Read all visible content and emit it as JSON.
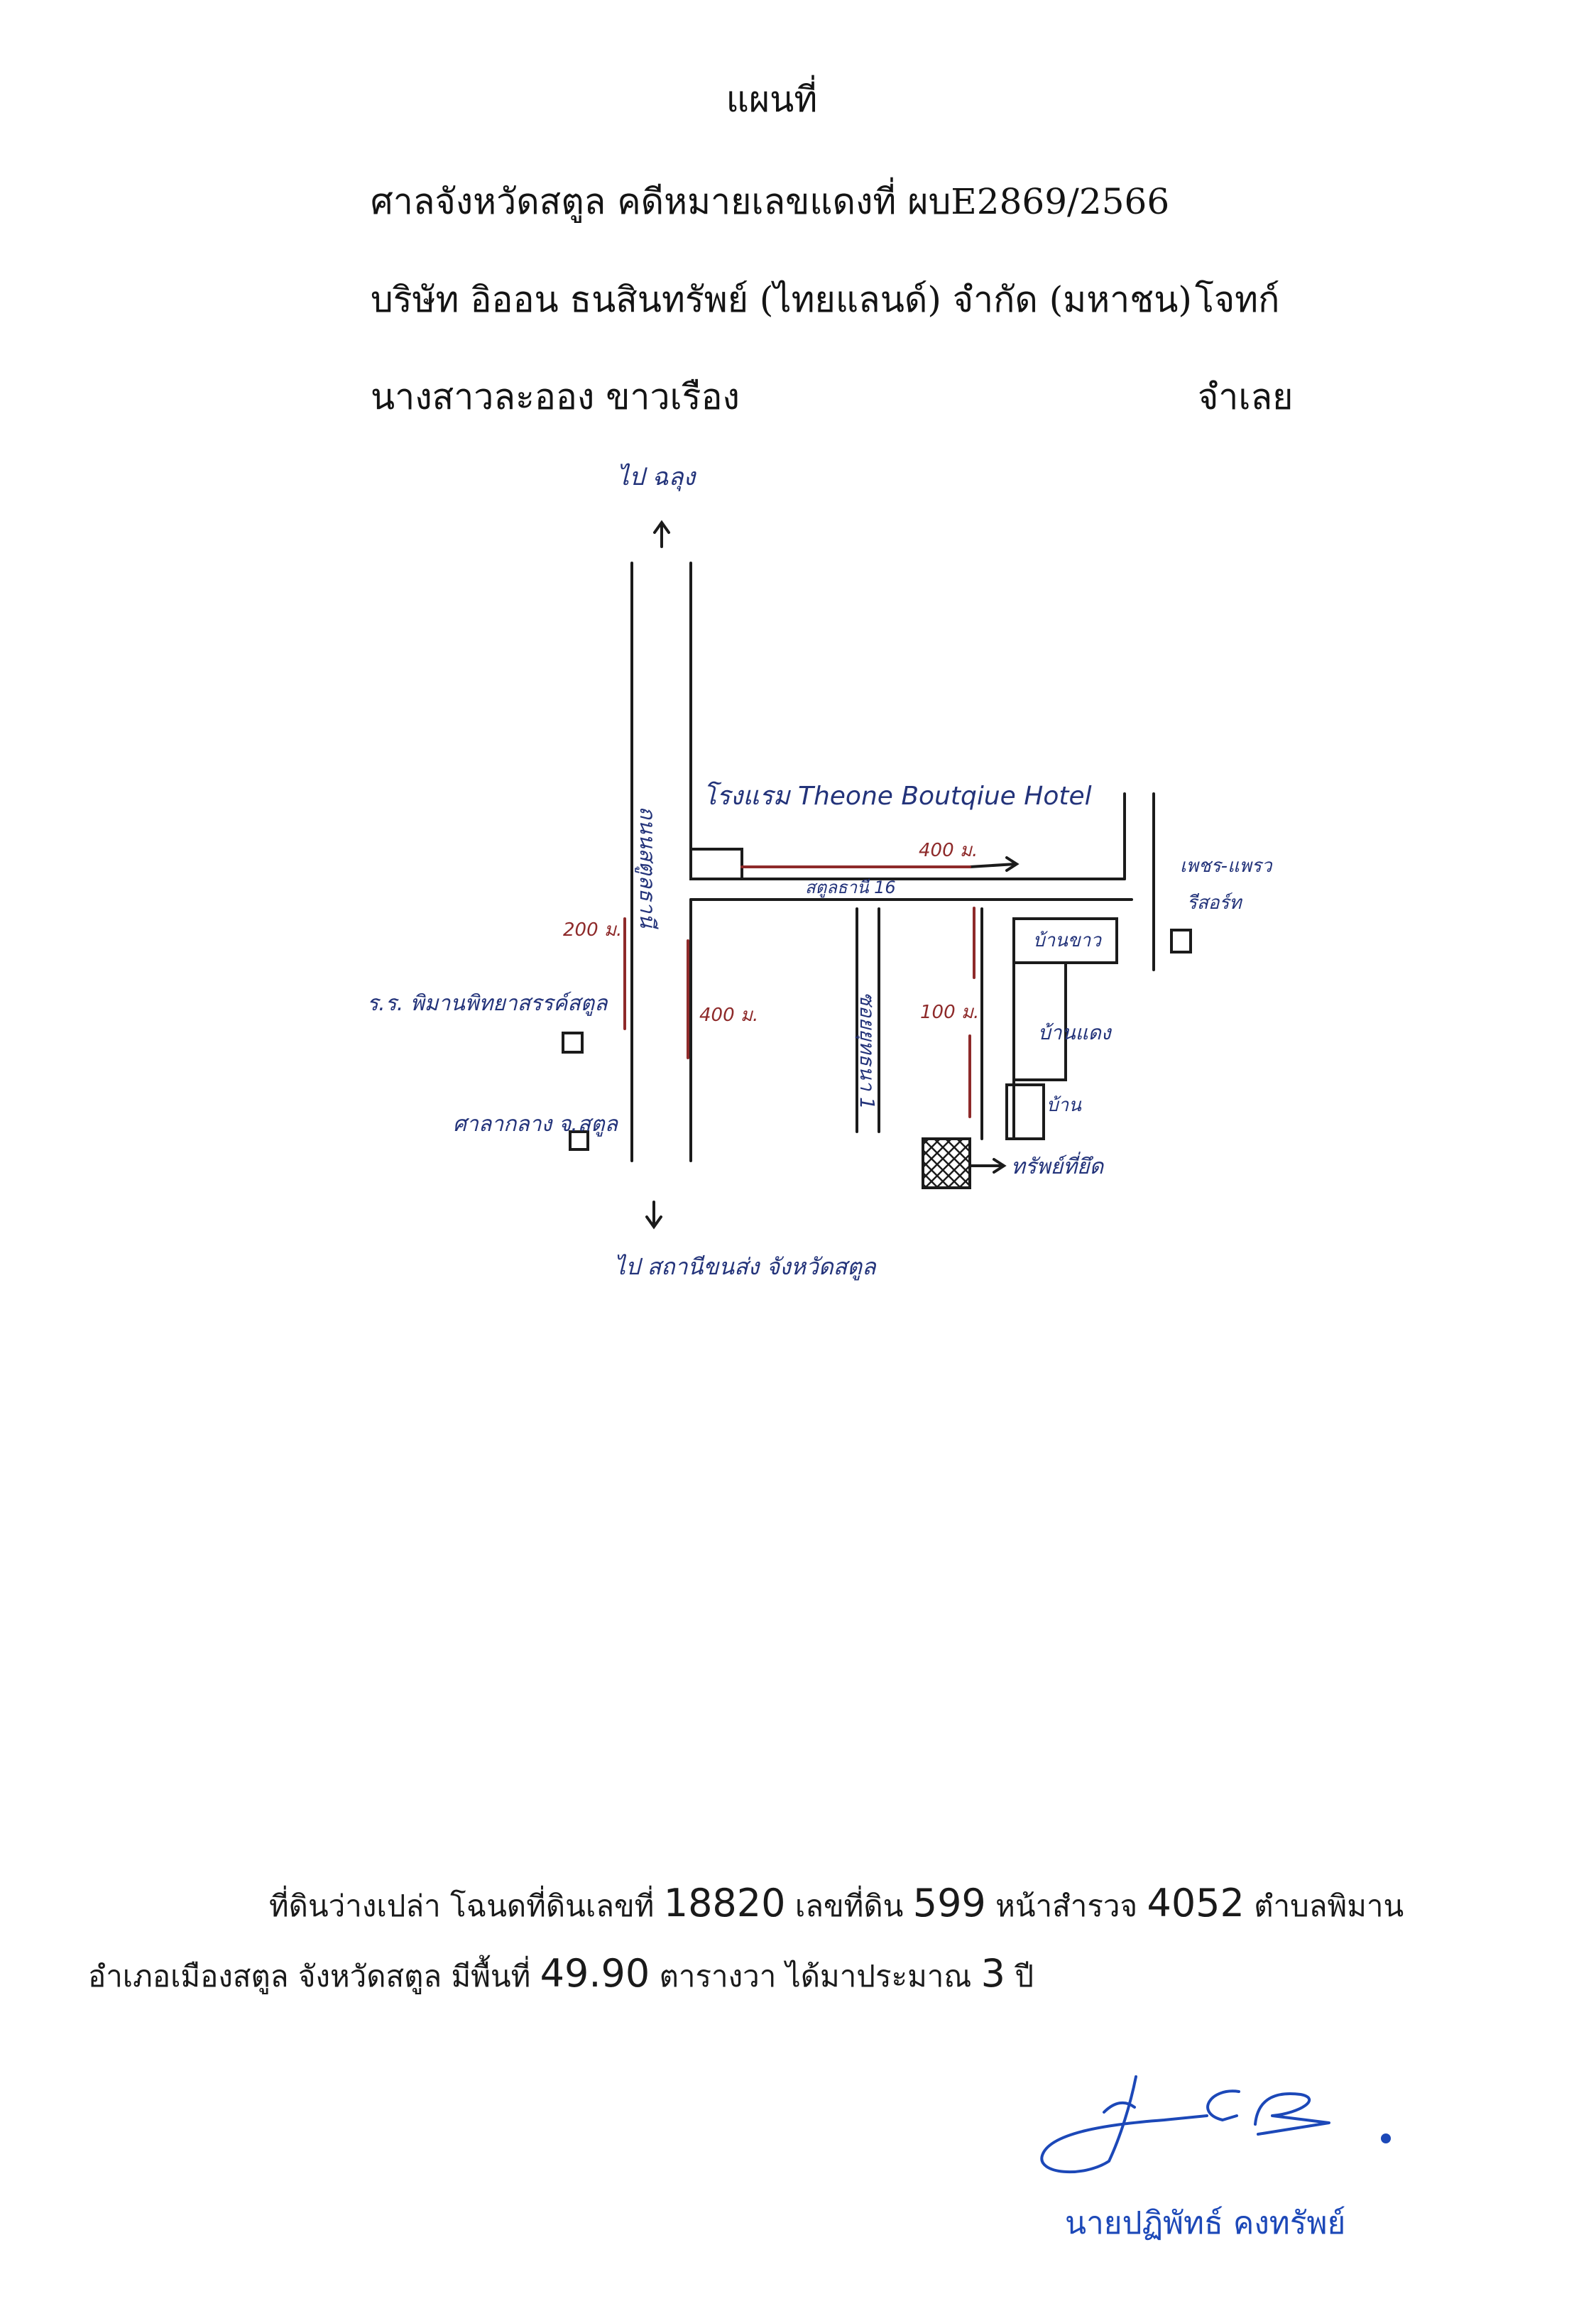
{
  "document": {
    "title": "แผนที่",
    "court_line": "ศาลจังหวัดสตูล  คดีหมายเลขแดงที่ ผบE2869/2566",
    "plaintiff": {
      "name": "บริษัท อิออน ธนสินทรัพย์ (ไทยแลนด์) จำกัด (มหาชน)",
      "role": "โจทก์"
    },
    "defendant": {
      "name": "นางสาวละออง ขาวเรือง",
      "role": "จำเลย"
    }
  },
  "map": {
    "labels": {
      "north": "ไป ฉลุง",
      "main_road": "ถนนสตูลธานี",
      "hotel": "โรงแรม Theone Boutqiue Hotel",
      "soi_distance": "400 ม.",
      "soi_name": "สตูลธานี 16",
      "distance_200": "200 ม.",
      "school": "ร.ร. พิมานพิทยาสรรค์สตูล",
      "city_hall": "ศาลากลาง จ.สตูล",
      "distance_400": "400 ม.",
      "soi_1": "ซอยยุทธนา 1",
      "distance_100": "100 ม.",
      "house_white": "บ้านขาว",
      "house_red": "บ้านแดง",
      "house": "บ้าน",
      "seized_property": "ทรัพย์ที่ยึด",
      "resort_line1": "เพชร-แพรว",
      "resort_line2": "รีสอร์ท",
      "south": "ไป สถานีขนส่ง จังหวัดสตูล"
    }
  },
  "land_details": {
    "line1": {
      "prefix": "ที่ดินว่างเปล่า โฉนดที่ดินเลขที่",
      "deed_no": "18820",
      "parcel_label": "เลขที่ดิน",
      "parcel_no": "599",
      "survey_label": "หน้าสำรวจ",
      "survey_no": "4052",
      "subdistrict": "ตำบลพิมาน"
    },
    "line2": {
      "district": "อำเภอเมืองสตูล จังหวัดสตูล มีพื้นที่",
      "area": "49.90",
      "area_unit": "ตารางวา ได้มาประมาณ",
      "years": "3",
      "years_unit": "ปี"
    }
  },
  "signature": {
    "name": "นายปฏิพัทธ์ คงทรัพย์"
  },
  "colors": {
    "ink_blue": "#23337a",
    "distance_red": "#8e2a2a",
    "signature_blue": "#1c48b8",
    "map_line": "#1b1b1b"
  }
}
